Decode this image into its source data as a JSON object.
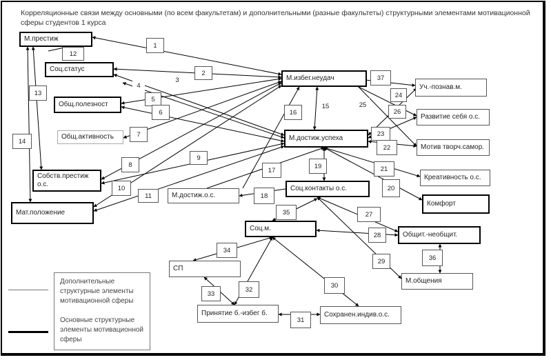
{
  "title": "Корреляционные связи между основными (по всем факультетам) и дополнительными (разные факультеты) структурными элементами мотивационной сферы студентов 1 курса",
  "nodes": {
    "m_prestizh": "М.престиж",
    "soc_status": "Соц.статус",
    "obshch_polezn": "Общ.полезност",
    "obshch_aktiv": "Общ.активность",
    "sobstv_prestizh": "Собств.престиж о.с.",
    "mat_polozhenie": "Мат.положение",
    "m_izbeg": "М.избег.неудач",
    "m_dostizh_uspekha": "М.достиж.успеха",
    "uch_poznav": "Уч.-познав.м.",
    "razvitie_sebya": "Развитие себя о.с.",
    "motiv_tvorch": "Мотив творч.самор.",
    "kreativnost": "Креативность о.с.",
    "komfort": "Комфорт",
    "m_dostizh_os": "М.достиж.о.с.",
    "soc_kontakty": "Соц.контакты о.с.",
    "soc_m": "Соц.м.",
    "obshchit": "Общит.-необщит.",
    "sp": "СП",
    "m_obshcheniya": "М.общения",
    "prinyatie": "Принятие б.-избег б.",
    "sokhranen": "Сохранен.индив.о.с."
  },
  "edge_labels": [
    "1",
    "2",
    "3",
    "4",
    "5",
    "6",
    "7",
    "8",
    "9",
    "10",
    "11",
    "12",
    "13",
    "14",
    "15",
    "16",
    "17",
    "18",
    "19",
    "20",
    "21",
    "22",
    "23",
    "24",
    "25",
    "26",
    "27",
    "28",
    "29",
    "30",
    "31",
    "32",
    "33",
    "34",
    "35",
    "36",
    "37"
  ],
  "legend": {
    "additional": "Дополнительные структурные элементы мотивационной сферы",
    "main": "Основные структурные элементы мотивационной сферы"
  },
  "colors": {
    "main_border": "#000000",
    "additional_border": "#555555",
    "line": "#000000"
  }
}
